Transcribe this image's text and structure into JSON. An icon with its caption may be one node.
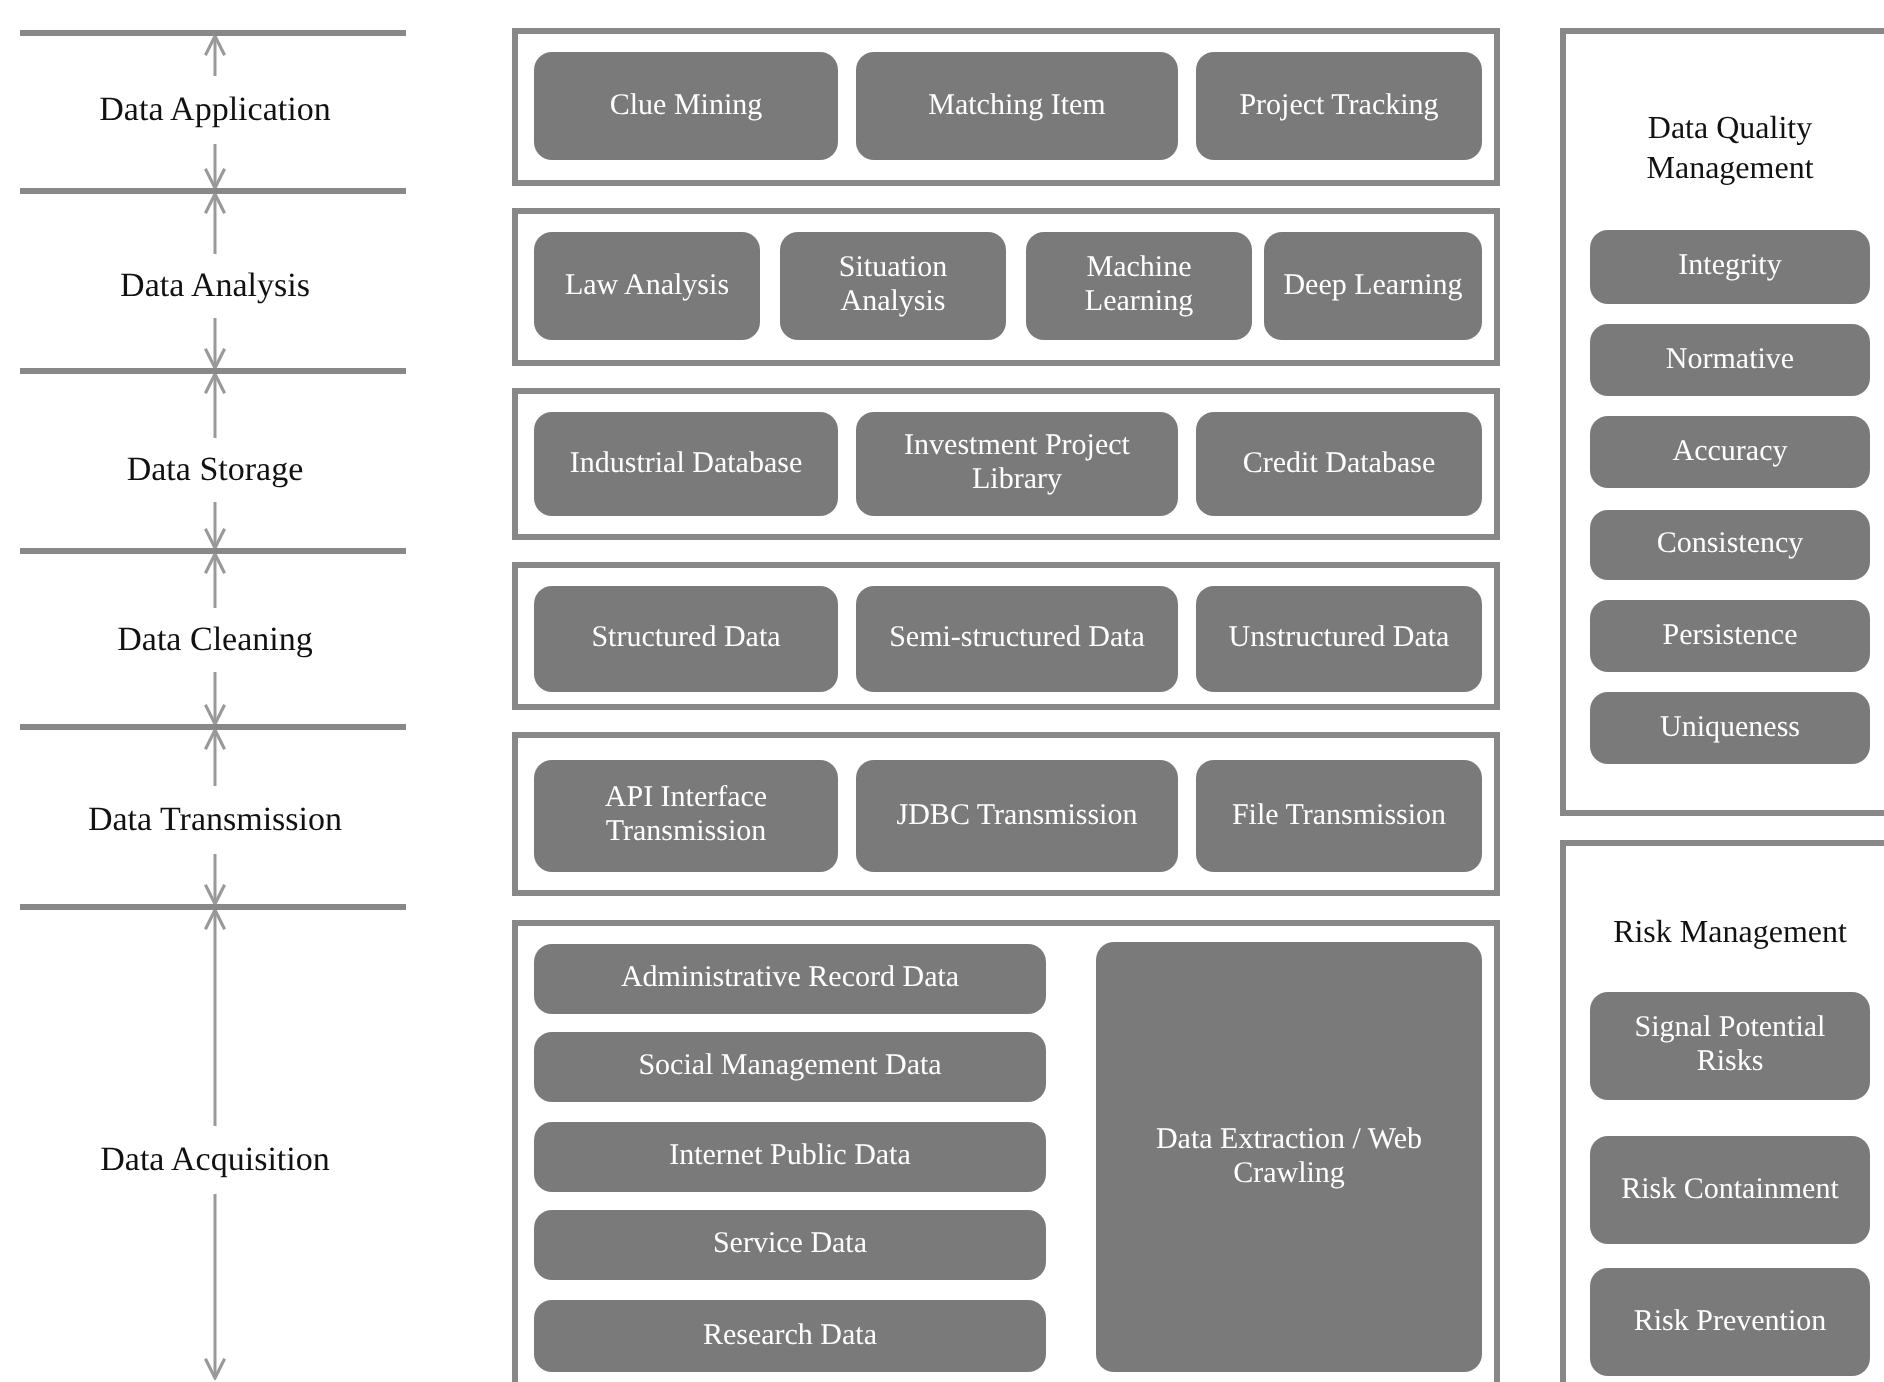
{
  "diagram": {
    "nodes": [
      {
        "text": [
          "Data Application"
        ]
      },
      {
        "text": [
          "Data Analysis"
        ]
      },
      {
        "text": [
          "Data Storage"
        ]
      },
      {
        "text": [
          "Data Cleaning"
        ]
      },
      {
        "text": [
          "Data Transmission"
        ]
      },
      {
        "text": [
          "Data Acquisition"
        ]
      },
      {
        "text": [],
        "shape": "box"
      },
      {
        "text": [
          "Clue Mining"
        ],
        "in": 6
      },
      {
        "text": [
          "Matching Item"
        ],
        "in": 6
      },
      {
        "text": [
          "Project Tracking"
        ],
        "in": 6
      },
      {
        "text": [],
        "shape": "box"
      },
      {
        "text": [
          "Law Analysis"
        ],
        "in": 10
      },
      {
        "text": [
          "Situation Analysis"
        ],
        "in": 10
      },
      {
        "text": [
          "Machine Learning"
        ],
        "in": 10
      },
      {
        "text": [
          "Deep Learning"
        ],
        "in": 10
      },
      {
        "text": [],
        "shape": "box"
      },
      {
        "text": [
          "Industrial Database"
        ],
        "in": 15
      },
      {
        "text": [
          "Investment Project Library"
        ],
        "in": 15
      },
      {
        "text": [
          "Credit Database"
        ],
        "in": 15
      },
      {
        "text": [],
        "shape": "box"
      },
      {
        "text": [
          "Structured Data"
        ],
        "in": 19
      },
      {
        "text": [
          "Semi-structured Data"
        ],
        "in": 19
      },
      {
        "text": [
          "Unstructured Data"
        ],
        "in": 19
      },
      {
        "text": [],
        "shape": "box"
      },
      {
        "text": [
          "API Interface Transmission"
        ],
        "in": 23
      },
      {
        "text": [
          "JDBC Transmission"
        ],
        "in": 23
      },
      {
        "text": [
          "File Transmission"
        ],
        "in": 23
      },
      {
        "text": [],
        "shape": "box"
      },
      {
        "text": [
          "Administrative Record Data"
        ],
        "in": 27
      },
      {
        "text": [
          "Social Management Data"
        ],
        "in": 27
      },
      {
        "text": [
          "Internet Public Data"
        ],
        "in": 27
      },
      {
        "text": [
          "Service Data"
        ],
        "in": 27
      },
      {
        "text": [
          "Research Data"
        ],
        "in": 27
      },
      {
        "text": [
          "Data Extraction / Web Crawling"
        ],
        "in": 27
      },
      {
        "text": [
          "Data Quality Management"
        ]
      },
      {
        "text": [
          "Integrity"
        ],
        "in": 34
      },
      {
        "text": [
          "Normative"
        ],
        "in": 34
      },
      {
        "text": [
          "Accuracy"
        ],
        "in": 34
      },
      {
        "text": [
          "Consistency"
        ],
        "in": 34
      },
      {
        "text": [
          "Persistence"
        ],
        "in": 34
      },
      {
        "text": [
          "Uniqueness"
        ],
        "in": 34
      },
      {
        "text": [
          "Risk Management"
        ]
      },
      {
        "text": [
          "Signal Potential Risks"
        ],
        "in": 41
      },
      {
        "text": [
          "Risk Containment"
        ],
        "in": 41
      },
      {
        "text": [
          "Risk Prevention"
        ],
        "in": 41
      },
      {
        "text": [],
        "shape": "bar"
      },
      {
        "text": [],
        "shape": "bar"
      },
      {
        "text": [],
        "shape": "bar"
      },
      {
        "text": [],
        "shape": "bar"
      },
      {
        "text": [],
        "shape": "bar"
      },
      {
        "text": [],
        "shape": "bar"
      }
    ],
    "edges": [
      {
        "from": 0,
        "to": 45,
        "arrow": "to"
      },
      {
        "from": 0,
        "to": 46,
        "arrow": "to"
      },
      {
        "from": 1,
        "to": 46,
        "arrow": "to"
      },
      {
        "from": 1,
        "to": 47,
        "arrow": "to"
      },
      {
        "from": 2,
        "to": 47,
        "arrow": "to"
      },
      {
        "from": 2,
        "to": 48,
        "arrow": "to"
      },
      {
        "from": 3,
        "to": 48,
        "arrow": "to"
      },
      {
        "from": 3,
        "to": 49,
        "arrow": "to"
      },
      {
        "from": 4,
        "to": 49,
        "arrow": "to"
      },
      {
        "from": 4,
        "to": 50,
        "arrow": "to"
      },
      {
        "from": 5,
        "to": 50,
        "arrow": "to"
      },
      {
        "from": 5,
        "to": null,
        "arrow": "to"
      }
    ]
  }
}
